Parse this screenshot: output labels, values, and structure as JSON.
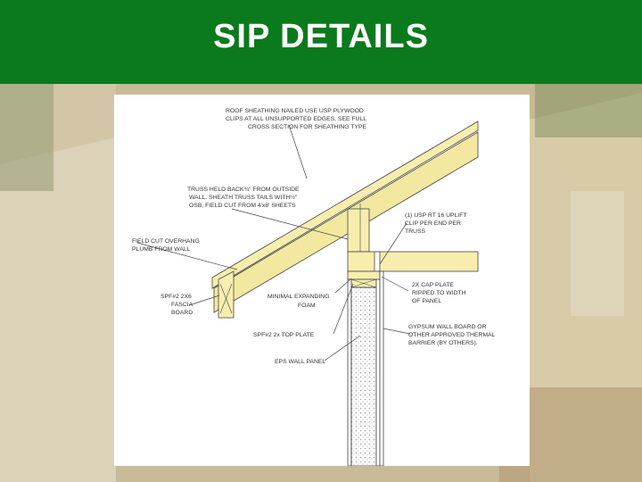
{
  "slide": {
    "title": "SIP DETAILS",
    "colors": {
      "header": "#0a7a1c",
      "title_text": "#ffffff",
      "lumber": "#f7eeae",
      "foam": "#e6e6e6"
    }
  },
  "diagram": {
    "labels": {
      "roof_sheathing": [
        "ROOF SHEATHING NAILED USE USP PLYWOOD",
        "CLIPS AT ALL UNSUPPORTED EDGES, SEE FULL",
        "CROSS SECTION FOR SHEATHING TYPE"
      ],
      "truss_held": [
        "TRUSS HELD BACK¾\" FROM OUTSIDE",
        "WALL. SHEATH TRUSS TAILS WITH½\"",
        "OSB, FIELD CUT FROM 4'x8' SHEETS"
      ],
      "uplift_clip": [
        "(1) USP RT 16 UPLIFT",
        "CLIP PER END PER",
        "TRUSS"
      ],
      "field_cut": [
        "FIELD CUT OVERHANG",
        "PLUMB FROM WALL"
      ],
      "fascia": [
        "SPF#2 2X6",
        "FASCIA",
        "BOARD"
      ],
      "foam": [
        "MINIMAL EXPANDING",
        "FOAM"
      ],
      "cap_plate": [
        "2X CAP PLATE",
        "RIPPED TO WIDTH",
        "OF PANEL"
      ],
      "gypsum": [
        "GYPSUM WALL BOARD OR",
        "OTHER APPROVED THERMAL",
        "BARRIER (BY OTHERS)."
      ],
      "top_plate": [
        "SPF#2 2x TOP PLATE"
      ],
      "eps_panel": [
        "EPS WALL PANEL"
      ]
    }
  }
}
